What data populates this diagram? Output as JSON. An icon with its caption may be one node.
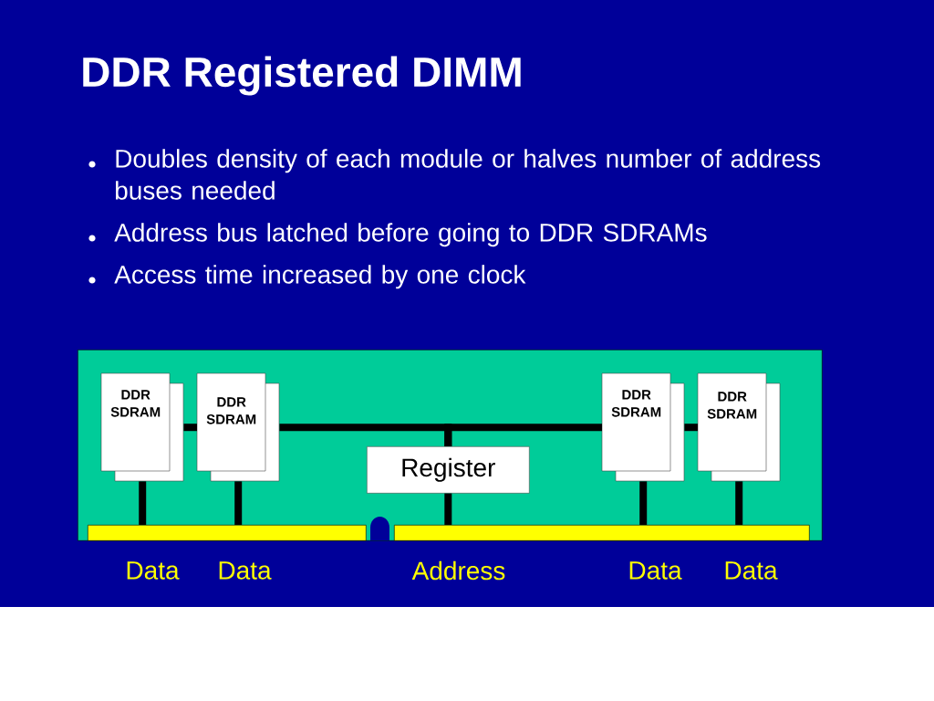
{
  "diagram": {
    "title": "DDR Registered DIMM",
    "nodes": [
      {
        "text": [],
        "shape": "box"
      },
      {
        "text": [
          "DDR SDRAM"
        ],
        "in": 0
      },
      {
        "text": [
          "DDR SDRAM"
        ],
        "in": 0
      },
      {
        "text": [
          "Register"
        ],
        "in": 0
      },
      {
        "text": [
          "DDR SDRAM"
        ],
        "in": 0
      },
      {
        "text": [
          "DDR SDRAM"
        ],
        "in": 0
      },
      {
        "text": [],
        "shape": "bar",
        "in": 0,
        "beside": [
          "Data",
          "Data"
        ]
      },
      {
        "text": [],
        "shape": "bar",
        "in": 0,
        "beside": [
          "Address",
          "Data",
          "Data"
        ]
      }
    ],
    "edges": [
      {
        "from": 1,
        "to": 2,
        "arrow": "none"
      },
      {
        "from": 2,
        "to": 3,
        "arrow": "none"
      },
      {
        "from": 3,
        "to": 4,
        "arrow": "none"
      },
      {
        "from": 4,
        "to": 5,
        "arrow": "none"
      },
      {
        "from": 1,
        "to": 6,
        "arrow": "none"
      },
      {
        "from": 2,
        "to": 6,
        "arrow": "none"
      },
      {
        "from": 3,
        "to": 7,
        "arrow": "none"
      },
      {
        "from": 4,
        "to": 7,
        "arrow": "none"
      },
      {
        "from": 5,
        "to": 7,
        "arrow": "none"
      }
    ],
    "labels": [
      "Doubles density of each module or halves number of address buses needed",
      "Address bus latched before going to DDR SDRAMs",
      "Access time increased by one clock"
    ]
  }
}
